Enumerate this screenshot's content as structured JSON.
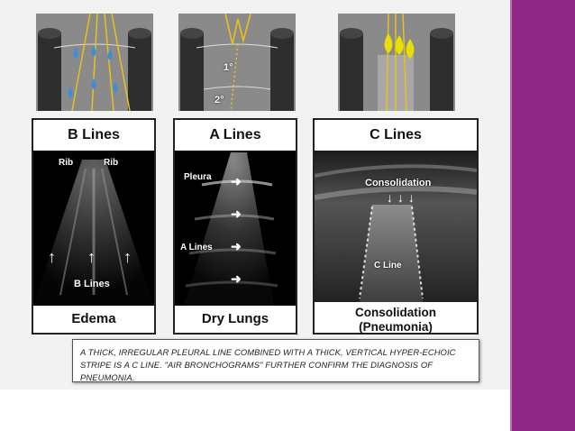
{
  "panels": [
    {
      "title": "B Lines",
      "footer": "Edema",
      "labels": {
        "rib_left": "Rib",
        "rib_right": "Rib",
        "lines": "B Lines"
      }
    },
    {
      "title": "A Lines",
      "footer": "Dry Lungs",
      "labels": {
        "pleura": "Pleura",
        "lines": "A Lines"
      },
      "angles": {
        "first": "1°",
        "second": "2°"
      }
    },
    {
      "title": "C Lines",
      "footer_line1": "Consolidation",
      "footer_line2": "(Pneumonia)",
      "labels": {
        "consolidation": "Consolidation",
        "lines": "C Line"
      }
    }
  ],
  "caption": "A THICK, IRREGULAR PLEURAL LINE COMBINED WITH A THICK, VERTICAL HYPER-ECHOIC STRIPE IS A C LINE. \"AIR BRONCHOGRAMS\" FURTHER CONFIRM THE DIAGNOSIS OF PNEUMONIA.",
  "colors": {
    "accent_stripe": "#8e2a86",
    "droplet_blue": "#3a8fd8",
    "droplet_yellow": "#e8e000",
    "ray_yellow": "#e8c21a"
  }
}
